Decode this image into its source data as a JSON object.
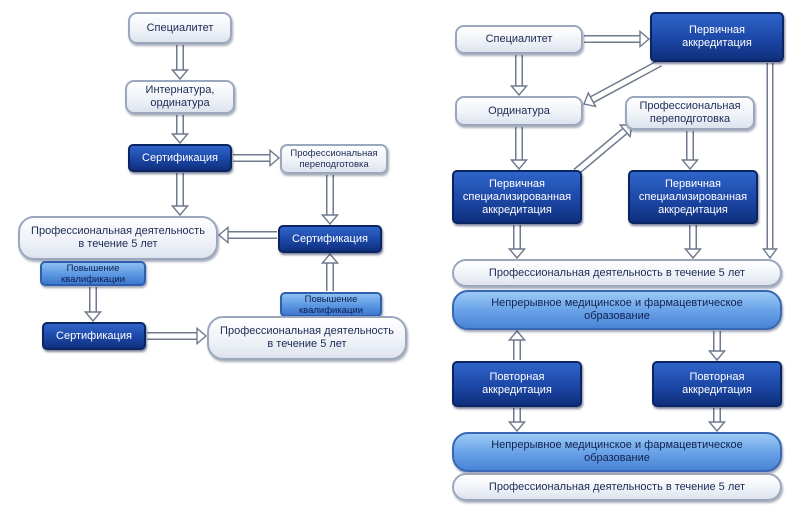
{
  "left": {
    "specialitet": "Специалитет",
    "internatura": "Интернатура,\nординатура",
    "certification_1": "Сертификация",
    "retraining": "Профессиональная\nпереподготовка",
    "professional_activity_1": "Профессиональная деятельность\nв течение 5 лет",
    "certification_2": "Сертификация",
    "qualification_1": "Повышение\nквалификации",
    "qualification_2": "Повышение\nквалификации",
    "certification_3": "Сертификация",
    "professional_activity_2": "Профессиональная деятельность\nв течение 5 лет"
  },
  "right": {
    "specialitet": "Специалитет",
    "primary_accreditation": "Первичная\nаккредитация",
    "ordinatura": "Ординатура",
    "retraining": "Профессиональная\nпереподготовка",
    "specialized_accreditation_1": "Первичная\nспециализированная\nаккредитация",
    "specialized_accreditation_2": "Первичная\nспециализированная\nаккредитация",
    "professional_activity_1": "Профессиональная деятельность в течение 5 лет",
    "continuous_education_1": "Непрерывное медицинское и фармацевтическое\nобразование",
    "repeat_accreditation_1": "Повторная\nаккредитация",
    "repeat_accreditation_2": "Повторная\nаккредитация",
    "continuous_education_2": "Непрерывное медицинское и фармацевтическое\nобразование",
    "professional_activity_2": "Профессиональная деятельность в течение 5 лет"
  },
  "colors": {
    "dark_box": "#1c47a6",
    "light_box": "#5b97e2",
    "white_box": "#eef1f7",
    "text_dark": "#1c2a55",
    "arrow_fill": "#ffffff",
    "arrow_stroke": "#6f7a8e"
  }
}
